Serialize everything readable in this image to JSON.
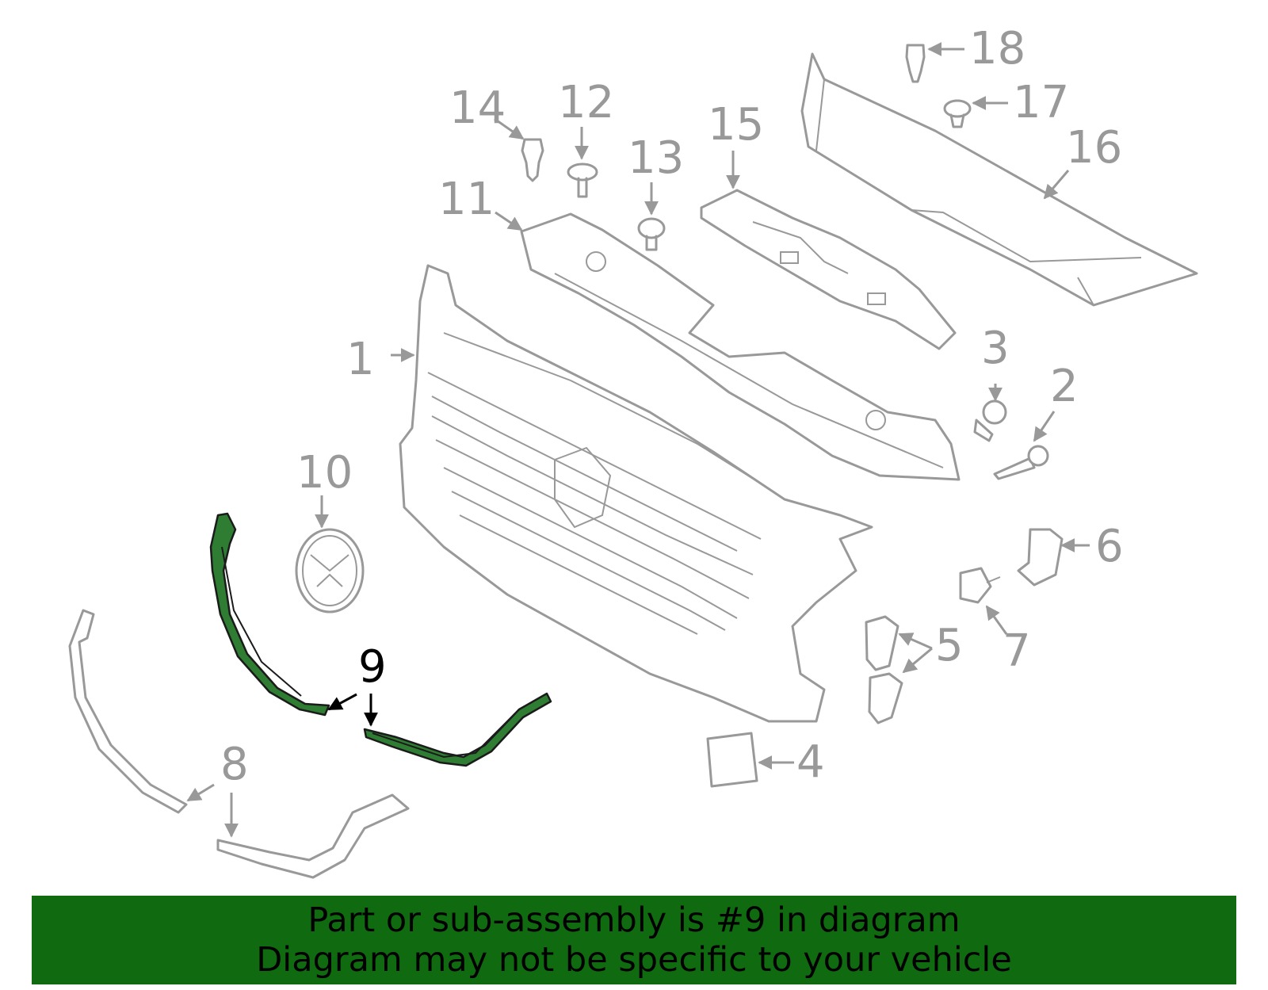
{
  "callouts": {
    "c1": "1",
    "c2": "2",
    "c3": "3",
    "c4": "4",
    "c5": "5",
    "c6": "6",
    "c7": "7",
    "c8": "8",
    "c9": "9",
    "c10": "10",
    "c11": "11",
    "c12": "12",
    "c13": "13",
    "c14": "14",
    "c15": "15",
    "c16": "16",
    "c17": "17",
    "c18": "18"
  },
  "highlight_color": "#2e7d32",
  "banner": {
    "line1": "Part or sub-assembly is #9 in diagram",
    "line2": "Diagram may not be specific to your vehicle",
    "color": "#106a10"
  }
}
